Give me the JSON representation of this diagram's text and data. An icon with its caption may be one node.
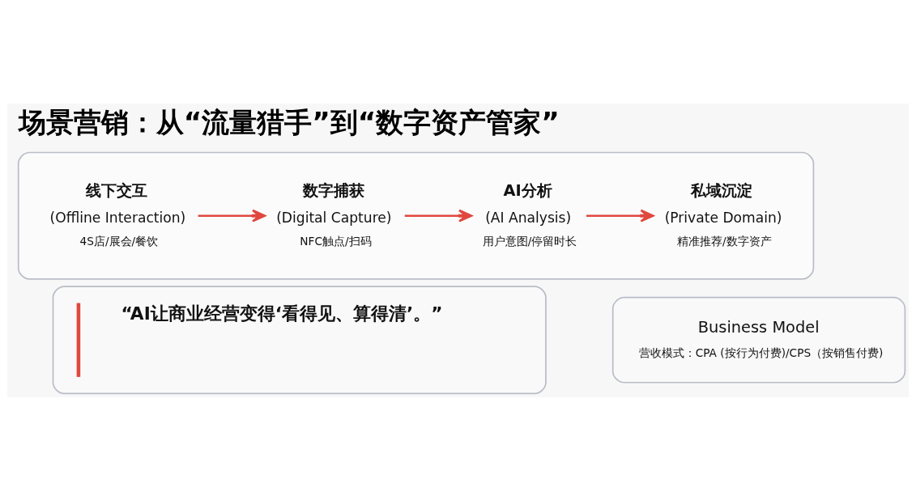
{
  "diagram": {
    "title": "场景营销：从“流量猎手”到“数字资产管家”",
    "nodes": [
      {
        "text": [],
        "shape": "box"
      },
      {
        "text": [
          "线下交互",
          "(Offline Interaction)",
          "4S店/展会/餐饮"
        ],
        "in": 0
      },
      {
        "text": [
          "数字捕获",
          "(Digital Capture)",
          "NFC触点/扫码"
        ],
        "in": 0
      },
      {
        "text": [
          "AI分析",
          "(AI Analysis)",
          "用户意图/停留时长"
        ],
        "in": 0
      },
      {
        "text": [
          "私域沉淀",
          "(Private Domain)",
          "精准推荐/数字资产"
        ],
        "in": 0
      },
      {
        "text": [
          "“AI让商业经营变得‘看得见、算得清’。”"
        ]
      },
      {
        "text": [
          "Business Model",
          "营收模式：CPA (按行为付费)/CPS（按销售付费)"
        ]
      }
    ],
    "edges": [
      {
        "from": 1,
        "to": 2,
        "arrow": "to"
      },
      {
        "from": 2,
        "to": 3,
        "arrow": "to"
      },
      {
        "from": 3,
        "to": 4,
        "arrow": "to"
      }
    ]
  }
}
